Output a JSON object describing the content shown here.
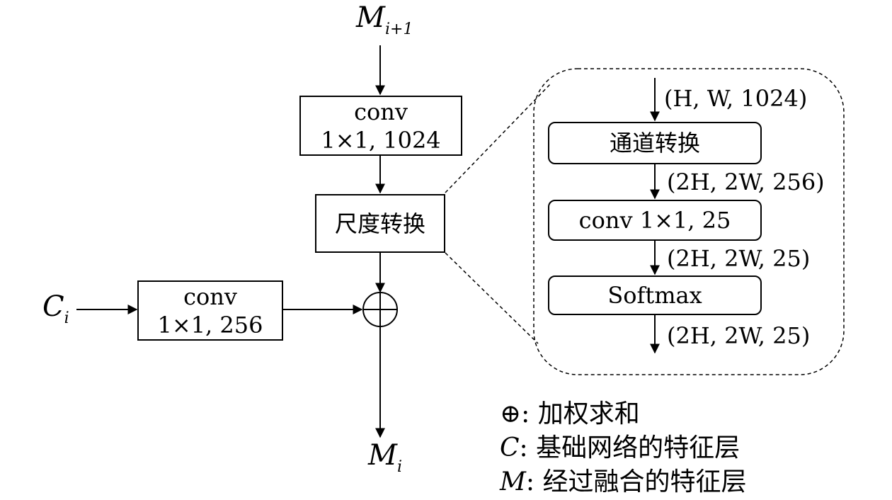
{
  "top_input": {
    "symbol": "M",
    "subscript": "i+1"
  },
  "conv_top": {
    "line1": "conv",
    "line2": "1×1, 1024"
  },
  "scale_transform": {
    "label": "尺度转换"
  },
  "left_input": {
    "symbol": "C",
    "subscript": "i"
  },
  "conv_left": {
    "line1": "conv",
    "line2": "1×1, 256"
  },
  "output": {
    "symbol": "M",
    "subscript": "i"
  },
  "detail": {
    "dim_in": "(H,  W, 1024)",
    "channel_transform": "通道转换",
    "dim_after_channel": "(2H, 2W, 256)",
    "conv": "conv 1×1, 25",
    "dim_after_conv": "(2H, 2W, 25)",
    "softmax": "Softmax",
    "dim_out": "(2H, 2W, 25)"
  },
  "legend": {
    "sum_symbol": "⊕",
    "sum_text": ": 加权求和",
    "c_symbol": "C",
    "c_text": ": 基础网络的特征层",
    "m_symbol": "M",
    "m_text": ": 经过融合的特征层"
  }
}
